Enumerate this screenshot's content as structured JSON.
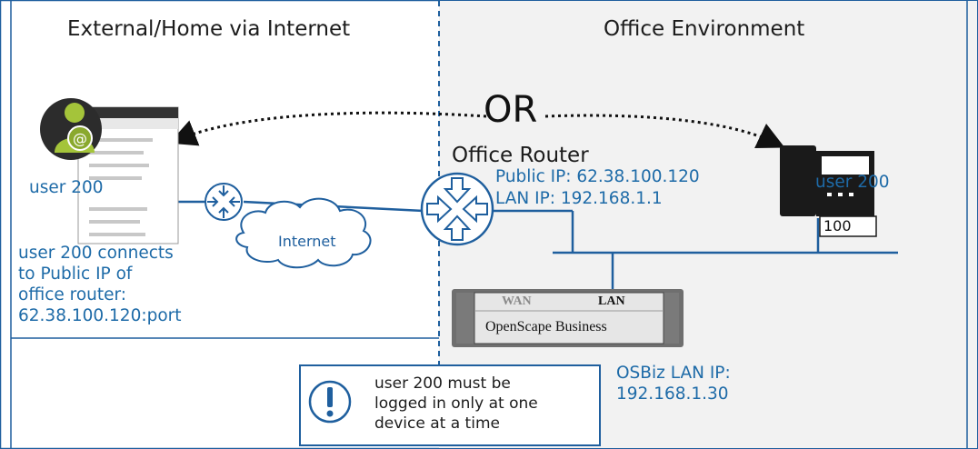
{
  "regions": {
    "left_title": "External/Home via Internet",
    "right_title": "Office Environment"
  },
  "or_label": "OR",
  "office_router": {
    "title": "Office Router",
    "public_ip": "Public IP: 62.38.100.120",
    "lan_ip": "LAN IP: 192.168.1.1"
  },
  "remote_user": {
    "label": "user 200",
    "note": "user 200 connects\nto Public IP of\noffice router:\n62.38.100.120:port"
  },
  "internet_label": "Internet",
  "desk_phone": {
    "user_label": "user 200",
    "extension": "100"
  },
  "osbiz": {
    "wan": "WAN",
    "lan": "LAN",
    "name": "OpenScape Business",
    "lan_ip": "OSBiz LAN IP:\n192.168.1.30"
  },
  "notice": {
    "text": "user 200 must be\nlogged in only at one\ndevice at a time",
    "icon": "exclamation-circle-icon"
  },
  "colors": {
    "label_blue": "#1e6ba8",
    "line_blue": "#1f5f9e",
    "router_fill": "#ffffff",
    "office_bg": "#f2f2f2",
    "osbiz_box": "#6f6f6f",
    "osbiz_inner": "#e6e6e6"
  }
}
